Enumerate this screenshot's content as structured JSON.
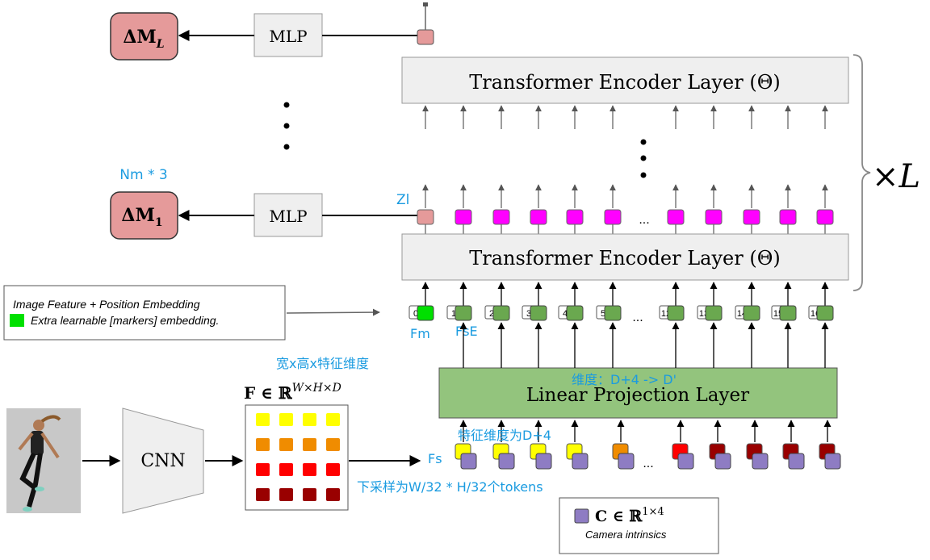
{
  "top_head": {
    "output_label": "ΔM",
    "output_sub": "L",
    "mlp_label": "MLP"
  },
  "bottom_head": {
    "output_label": "ΔM",
    "output_sub": "1",
    "mlp_label": "MLP",
    "dim_note": "Nm * 3",
    "zl_label": "Zl"
  },
  "encoder": {
    "label": "Transformer Encoder Layer (Θ)",
    "repeat_times": "×",
    "repeat_var": "L"
  },
  "ellipsis": "...",
  "tokens": {
    "index_labels": [
      "0",
      "1",
      "2",
      "3",
      "4",
      "5",
      "12",
      "13",
      "14",
      "15",
      "16"
    ],
    "fm_label": "Fm",
    "fse_label": "FsE"
  },
  "legend": {
    "line1": "Image Feature + Position Embedding",
    "line2": "Extra learnable [markers] embedding."
  },
  "linear": {
    "label": "Linear Projection  Layer",
    "dim_note": "维度：D+4 -> D'"
  },
  "features": {
    "feature_note": "宽x高x特征维度",
    "formula_main": "F ∈ ℝ",
    "formula_sup": "W×H×D",
    "cnn_label": "CNN",
    "fs_label": "Fs",
    "dim_note": "特征维度为D+4",
    "downsample_note": "下采样为W/32 * H/32个tokens"
  },
  "camera": {
    "formula_main": "C ∈ ℝ",
    "formula_sup": "1×4",
    "caption": "Camera intrinsics"
  },
  "colors": {
    "output_box": "#e59a9a",
    "magenta": "#ff00ff",
    "pink_token": "#e59a9a",
    "marker_green": "#00e000",
    "token_green": "#6aa84f",
    "linear_fill": "#93c47d",
    "camera_purple": "#8e7cc3",
    "yellow": "#ffff00",
    "orange": "#f08c00",
    "red": "#ff0000",
    "dark_red": "#990000",
    "annotation_blue": "#1a9be0"
  }
}
